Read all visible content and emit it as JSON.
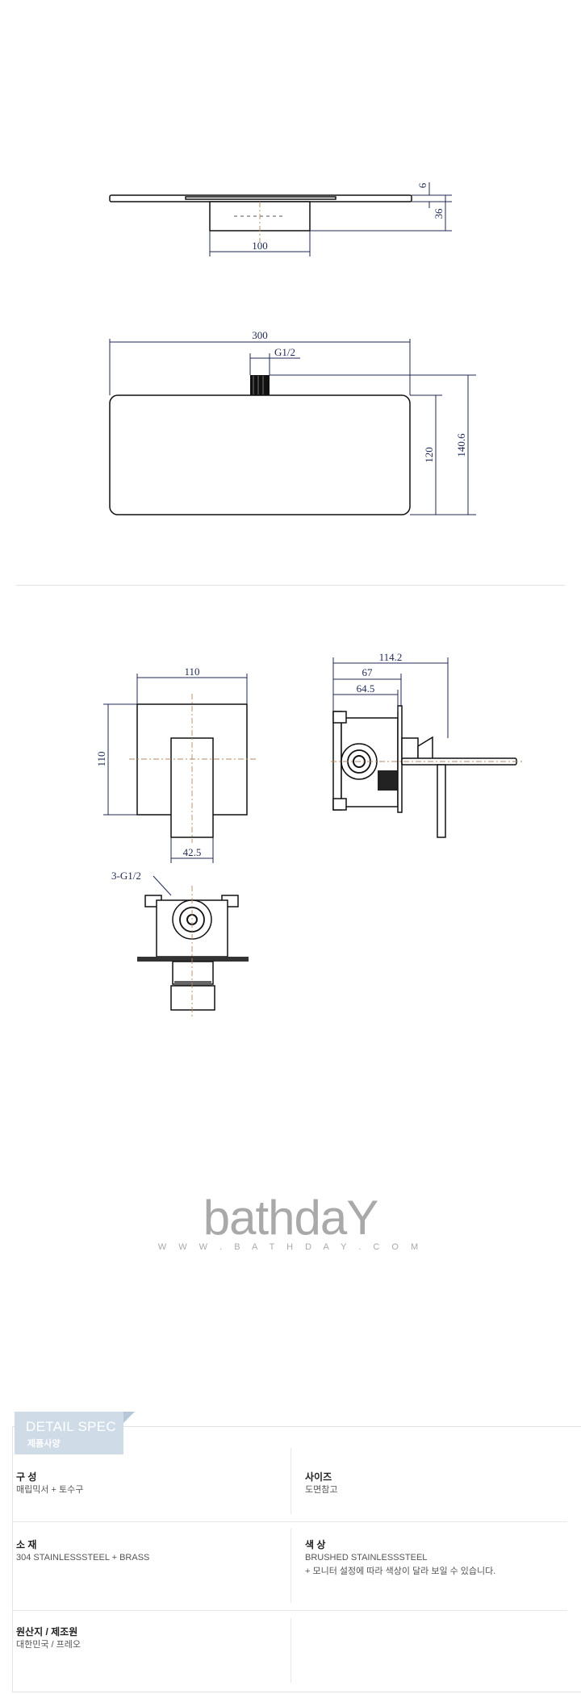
{
  "drawing": {
    "dim_top_thickness": "6",
    "dim_top_depth": "36",
    "dim_top_width": "100",
    "dim_plate_width": "300",
    "dim_thread": "G1/2",
    "dim_plate_height": "120",
    "dim_total_height": "140.6",
    "dim_mixer_width": "110",
    "dim_mixer_height": "110",
    "dim_handle_width": "42.5",
    "dim_side_total": "114.2",
    "dim_side_67": "67",
    "dim_side_64": "64.5",
    "dim_bottom_thread": "3-G1/2"
  },
  "logo": {
    "word": "bathdaY",
    "url": "W W W . B A T H D A Y . C O M"
  },
  "spec": {
    "tab_title": "DETAIL SPEC",
    "tab_subtitle": "제품사양",
    "rows": [
      {
        "label": "구 성",
        "value": "매립믹서 + 토수구",
        "label2": "사이즈",
        "value2": "도면참고"
      },
      {
        "label": "소 재",
        "value": "304 STAINLESSSTEEL + BRASS",
        "label2": "색 상",
        "value2": "BRUSHED STAINLESSSTEEL",
        "value2b": "+ 모니터 설정에 따라 색상이 달라 보일 수 있습니다."
      },
      {
        "label": "원산지 / 제조원",
        "value": "대한민국 / 프레오"
      }
    ]
  },
  "colors": {
    "dimension_line": "#1f2a55",
    "tab_background": "#cfdce8",
    "logo_gray": "#a9a9a9"
  }
}
